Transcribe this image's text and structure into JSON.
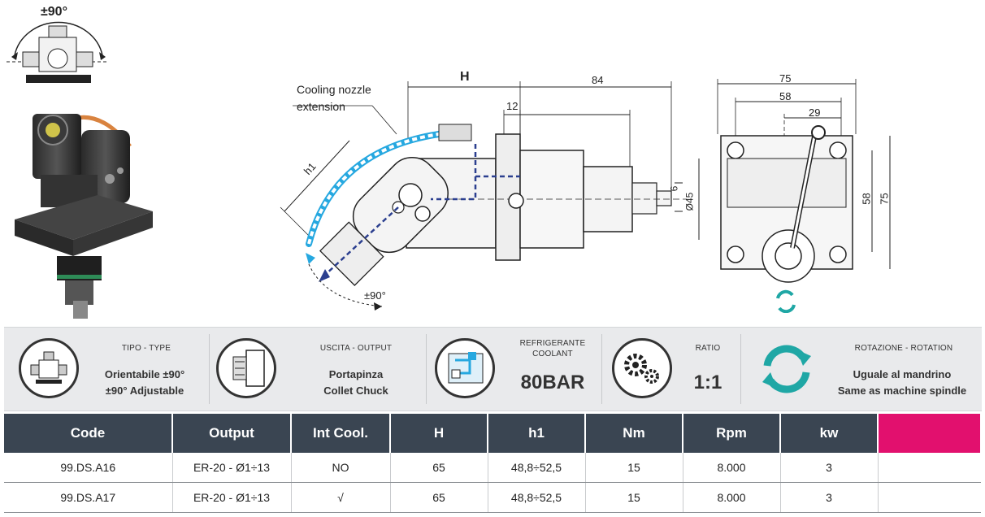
{
  "top_diagram": {
    "rotation_label": "±90°"
  },
  "drawing": {
    "cooling_nozzle_line1": "Cooling nozzle",
    "cooling_nozzle_line2": "extension",
    "dim_h": "H",
    "dim_84": "84",
    "dim_12": "12",
    "dim_h1": "h1",
    "dim_6": "6",
    "dim_d45": "Ø45",
    "rotation_label": "±90°",
    "side_75_top": "75",
    "side_58_top": "58",
    "side_29": "29",
    "side_58_right": "58",
    "side_75_right": "75"
  },
  "info": {
    "type": {
      "title": "TIPO - TYPE",
      "line1": "Orientabile ±90°",
      "line2": "±90° Adjustable"
    },
    "output": {
      "title": "USCITA - OUTPUT",
      "line1": "Portapinza",
      "line2": "Collet Chuck"
    },
    "coolant": {
      "title1": "REFRIGERANTE",
      "title2": "COOLANT",
      "value": "80BAR"
    },
    "ratio": {
      "title": "RATIO",
      "value": "1:1"
    },
    "rotation": {
      "title": "ROTAZIONE - ROTATION",
      "line1": "Uguale al mandrino",
      "line2": "Same as machine spindle"
    }
  },
  "table": {
    "headers": [
      "Code",
      "Output",
      "Int Cool.",
      "H",
      "h1",
      "Nm",
      "Rpm",
      "kw",
      ""
    ],
    "rows": [
      [
        "99.DS.A16",
        "ER-20 - Ø1÷13",
        "NO",
        "65",
        "48,8÷52,5",
        "15",
        "8.000",
        "3",
        ""
      ],
      [
        "99.DS.A17",
        "ER-20 - Ø1÷13",
        "√",
        "65",
        "48,8÷52,5",
        "15",
        "8.000",
        "3",
        ""
      ]
    ]
  },
  "colors": {
    "header_bg": "#3a4552",
    "accent_pink": "#e2106e",
    "cool_blue": "#26a8e0",
    "teal": "#1fa7a5"
  }
}
